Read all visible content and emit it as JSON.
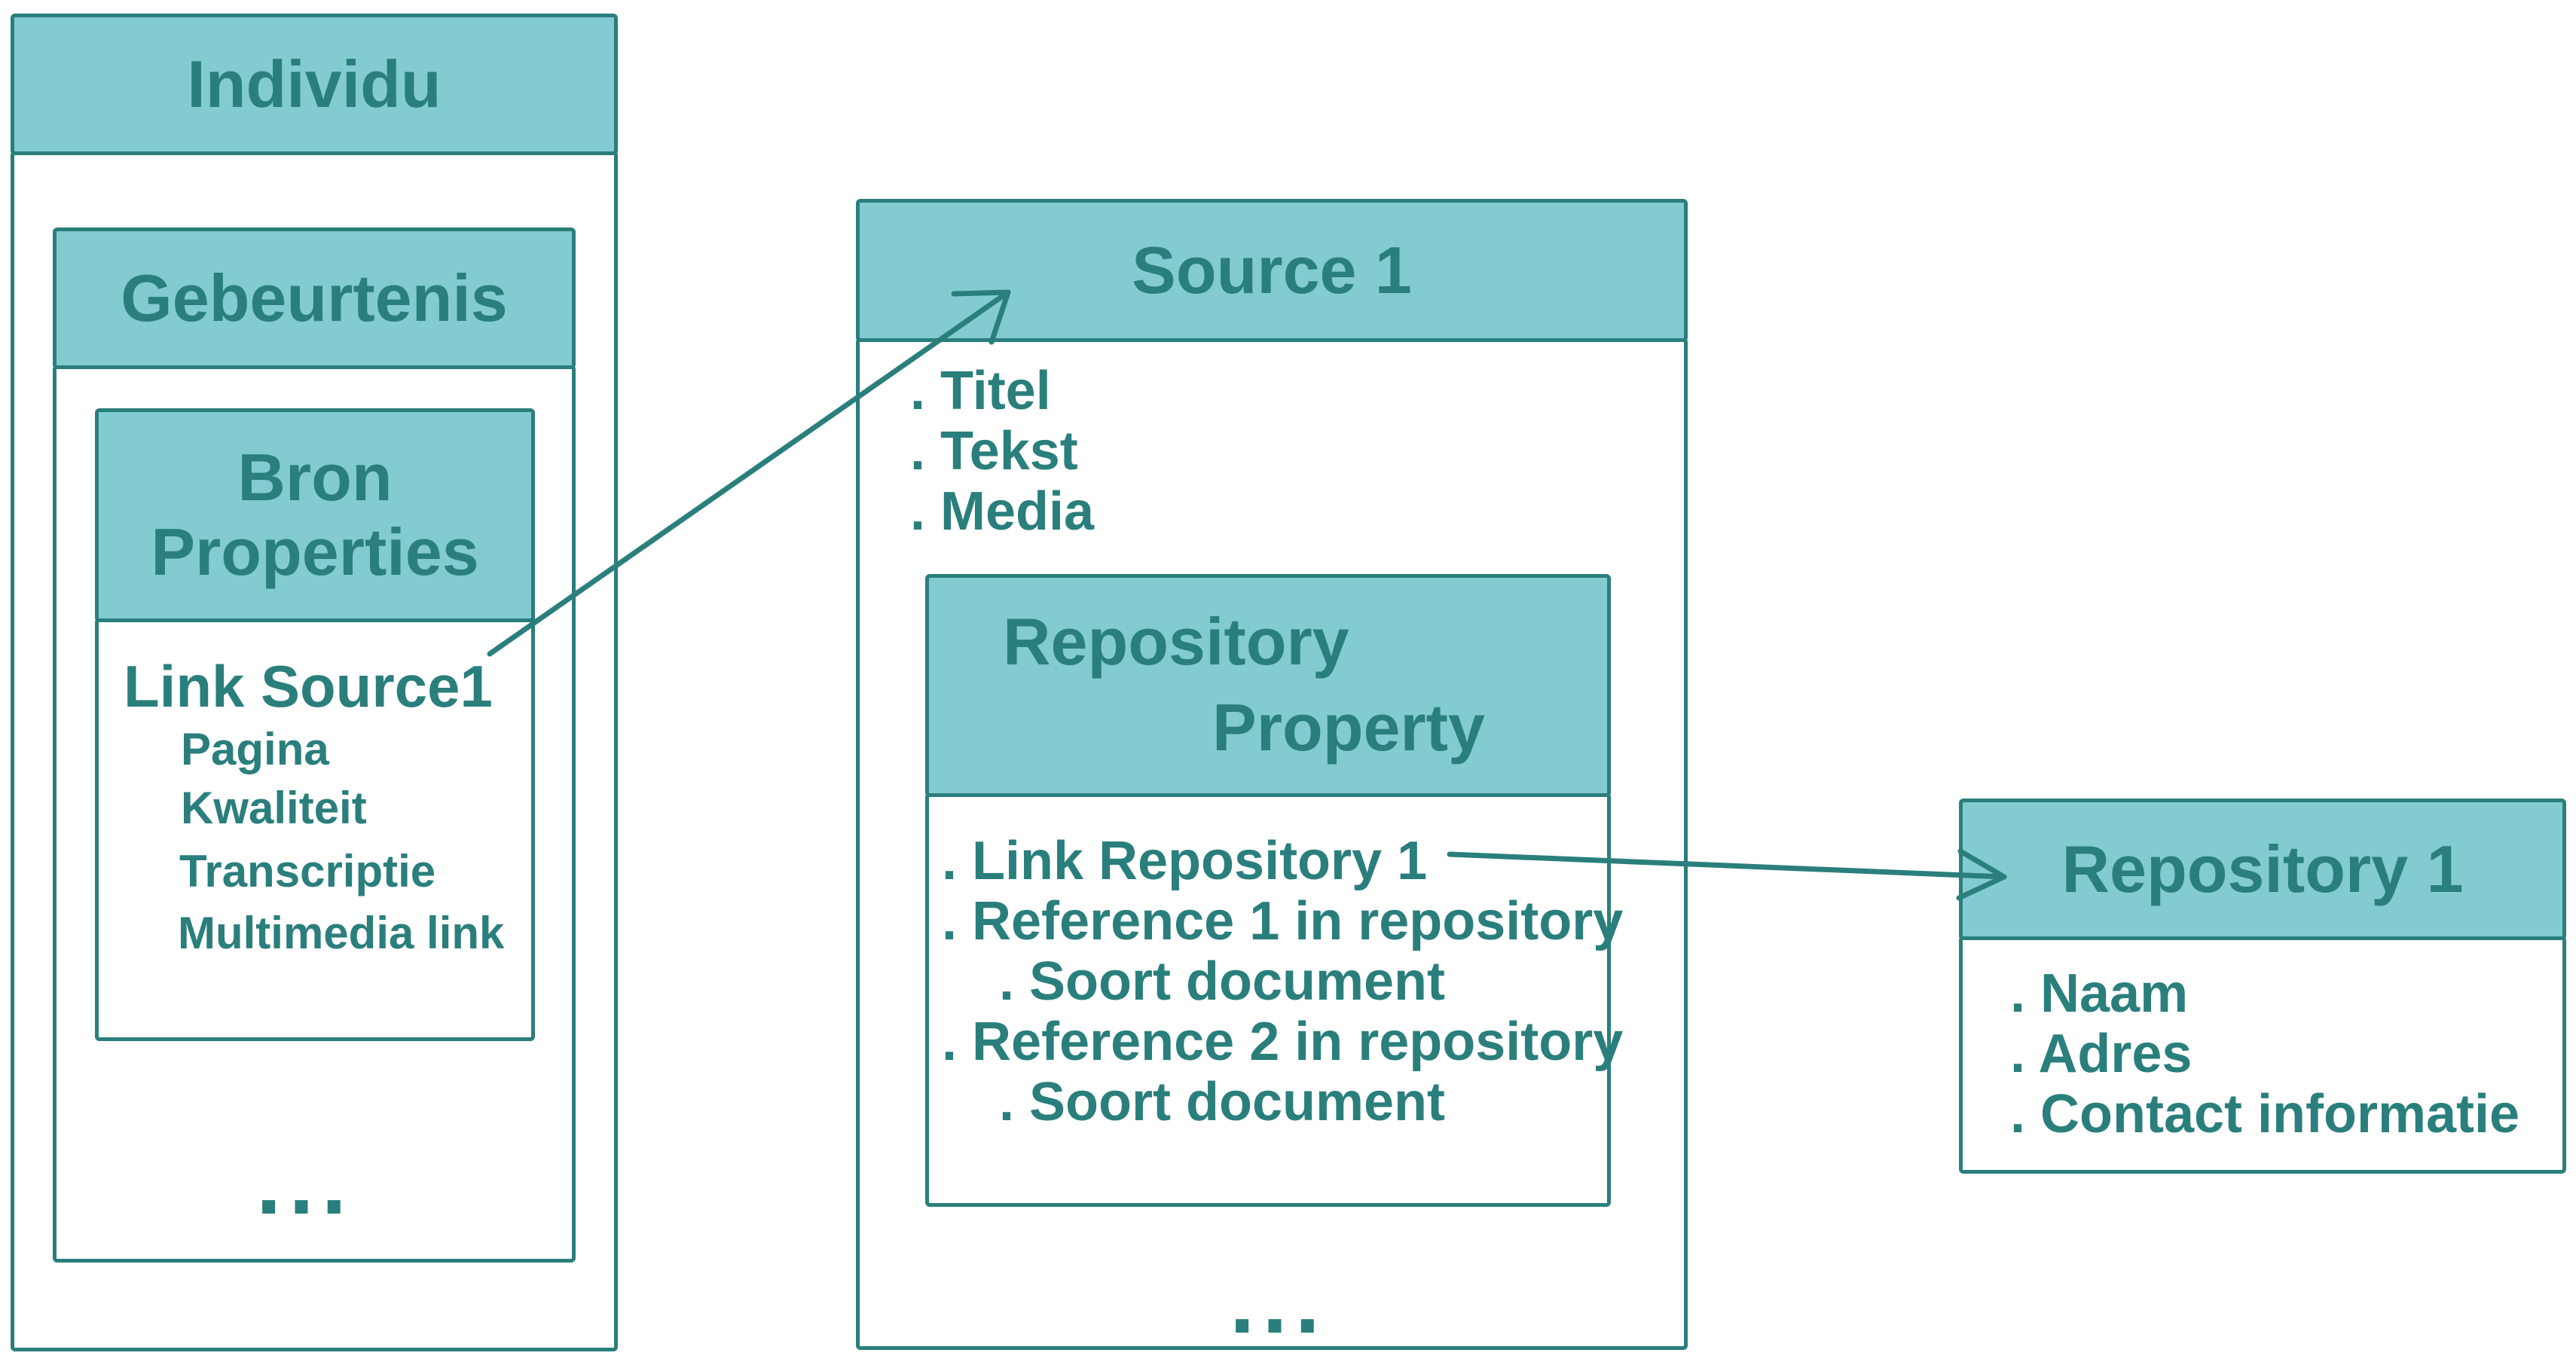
{
  "individu": {
    "title": "Individu",
    "gebeurtenis": {
      "title": "Gebeurtenis",
      "bron": {
        "title_line1": "Bron",
        "title_line2": "Properties",
        "link": "Link Source1",
        "items": [
          "Pagina",
          "Kwaliteit",
          "Transcriptie",
          "Multimedia link"
        ]
      },
      "more": "..."
    }
  },
  "source": {
    "title": "Source 1",
    "items": [
      ". Titel",
      ". Tekst",
      ". Media"
    ],
    "repository_property": {
      "title_line1": "Repository",
      "title_line2": "Property",
      "items": [
        ". Link Repository 1",
        ". Reference 1 in repository",
        ". Soort document",
        ". Reference 2 in repository",
        ". Soort document"
      ]
    },
    "more": "..."
  },
  "repository": {
    "title": "Repository 1",
    "items": [
      ". Naam",
      ". Adres",
      ". Contact informatie"
    ]
  },
  "colors": {
    "header_fill": "#82cbd0",
    "stroke": "#2a7f7c",
    "text": "#2a7f7c"
  }
}
